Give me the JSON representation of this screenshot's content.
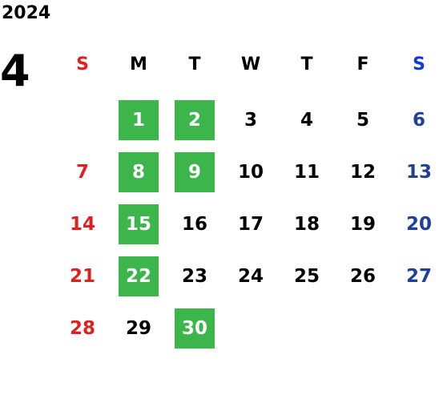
{
  "calendar": {
    "year": "2024",
    "month": "4",
    "weekdays": [
      "S",
      "M",
      "T",
      "W",
      "T",
      "F",
      "S"
    ],
    "days": [
      [
        "",
        "1",
        "2",
        "3",
        "4",
        "5",
        "6"
      ],
      [
        "7",
        "8",
        "9",
        "10",
        "11",
        "12",
        "13"
      ],
      [
        "14",
        "15",
        "16",
        "17",
        "18",
        "19",
        "20"
      ],
      [
        "21",
        "22",
        "23",
        "24",
        "25",
        "26",
        "27"
      ],
      [
        "28",
        "29",
        "30",
        "",
        "",
        "",
        ""
      ]
    ],
    "highlighted_days": [
      "1",
      "2",
      "8",
      "9",
      "15",
      "22",
      "30"
    ]
  },
  "colors": {
    "sunday": "#e02020",
    "saturday": "#1f3f9a",
    "highlight": "#3cb54b"
  }
}
